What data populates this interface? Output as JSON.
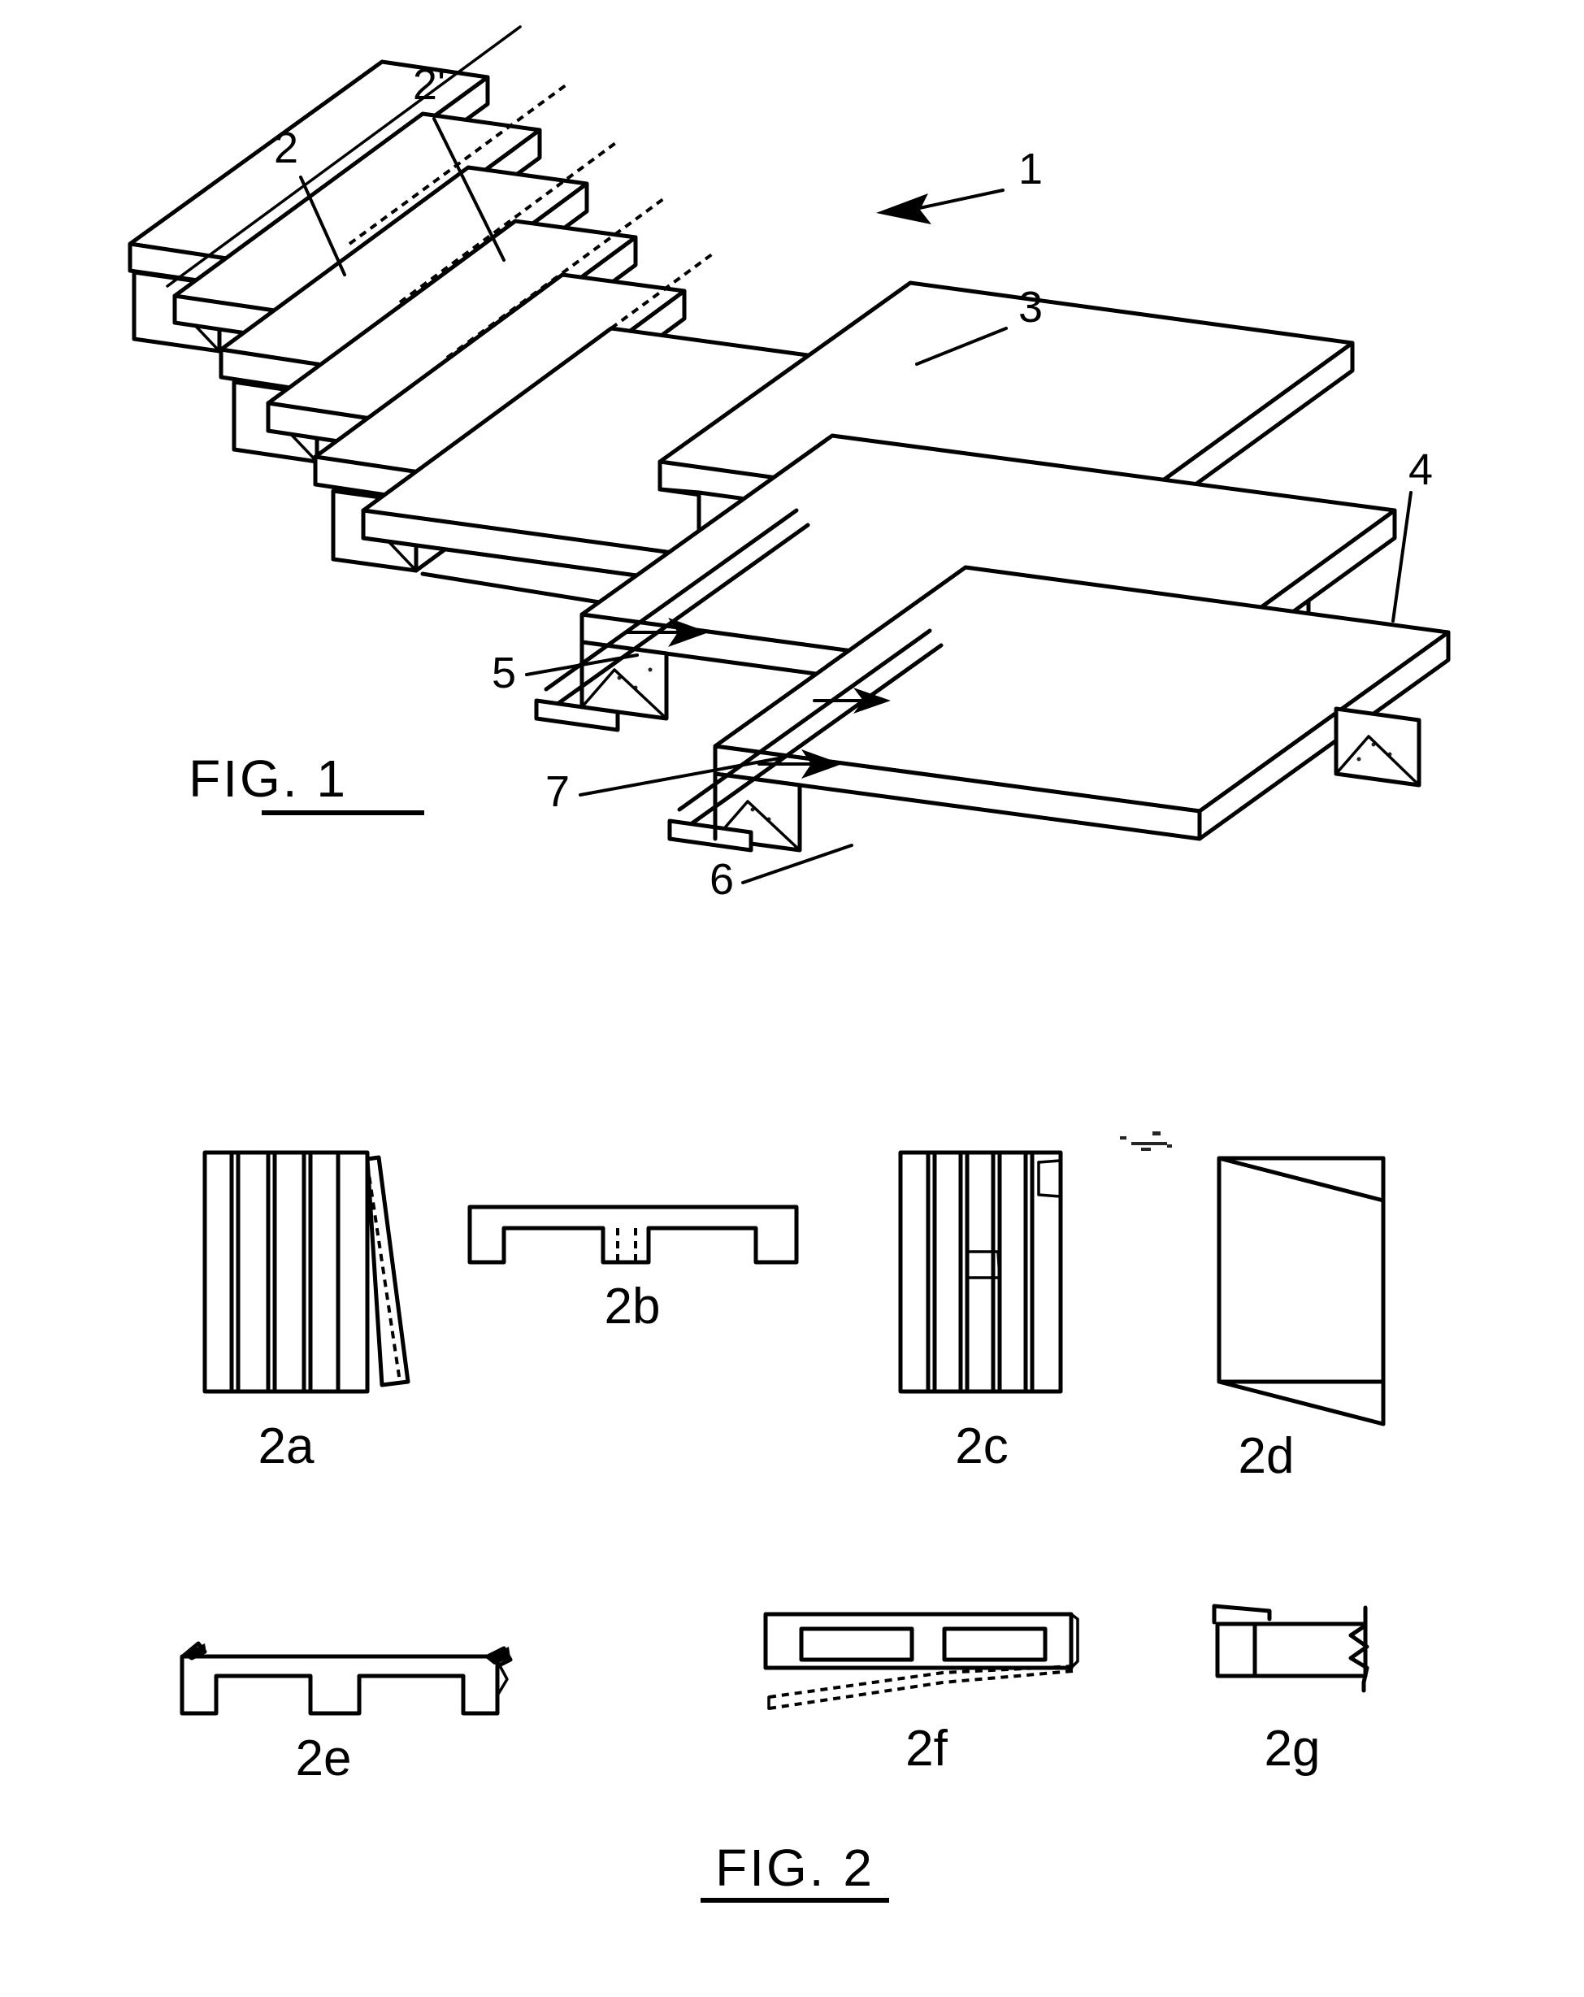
{
  "document": {
    "kind": "patent-drawing-sheet",
    "background_color": "#ffffff",
    "ink_color": "#000000"
  },
  "figure1": {
    "caption": "FIG. 1",
    "callouts": [
      {
        "id": "2",
        "label": "2",
        "target": "top deck board"
      },
      {
        "id": "2p",
        "label": "2'",
        "target": "inner deck board"
      },
      {
        "id": "1",
        "label": "1",
        "target": "pallet assembly"
      },
      {
        "id": "3",
        "label": "3",
        "target": "end block / foot"
      },
      {
        "id": "4",
        "label": "4",
        "target": "bottom pallet frame"
      },
      {
        "id": "5",
        "label": "5",
        "target": "upper stringer end"
      },
      {
        "id": "7",
        "label": "7",
        "target": "bottom deck board"
      },
      {
        "id": "6",
        "label": "6",
        "target": "lower stringer end"
      }
    ]
  },
  "figure2": {
    "caption": "FIG. 2",
    "parts": [
      {
        "id": "2a",
        "label": "2a",
        "description": "stack of deck boards, end view, one board leaning"
      },
      {
        "id": "2b",
        "label": "2b",
        "description": "board in side elevation with two notches and dashed center notch"
      },
      {
        "id": "2c",
        "label": "2c",
        "description": "stack of boards, end view with corner and mid detail"
      },
      {
        "id": "2d",
        "label": "2d",
        "description": "trapezoidal panel / folded blank"
      },
      {
        "id": "2e",
        "label": "2e",
        "description": "notched board side elevation with end hooks"
      },
      {
        "id": "2f",
        "label": "2f",
        "description": "board plan view with two rectangular apertures and dashed underlay"
      },
      {
        "id": "2g",
        "label": "2g",
        "description": "board end detail with break line"
      }
    ]
  }
}
